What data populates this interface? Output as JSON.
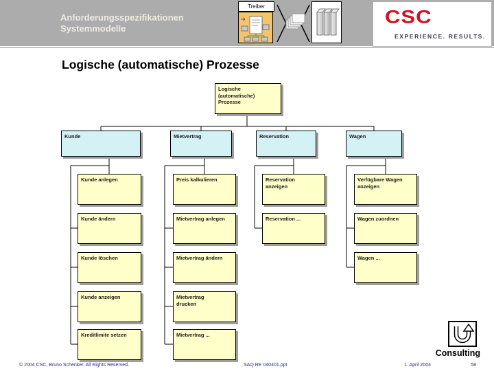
{
  "header": {
    "title_line1": "Anforderungsspezifikationen",
    "title_line2": "Systemmodelle",
    "treiber_label": "Treiber",
    "logo_text": "CSC",
    "logo_tagline": "EXPERIENCE. RESULTS."
  },
  "slide": {
    "title": "Logische (automatische) Prozesse"
  },
  "diagram": {
    "root": {
      "label": "Logische\n(automatische)\nProzesse"
    },
    "columns": [
      {
        "header": "Kunde",
        "children": [
          "Kunde anlegen",
          "Kunde ändern",
          "Kunde löschen",
          "Kunde anzeigen",
          "Kreditlimite setzen"
        ]
      },
      {
        "header": "Mietvertrag",
        "children": [
          "Preis kalkulieren",
          "Mietvertrag anlegen",
          "Mietvertrag ändern",
          "Mietvertrag\ndrucken",
          "Mietvertrag ..."
        ]
      },
      {
        "header": "Reservation",
        "children": [
          "Reservation\nanzeigen",
          "Reservation ..."
        ]
      },
      {
        "header": "Wagen",
        "children": [
          "Verfügbare Wagen\nanzeigen",
          "Wagen zuordnen",
          "Wagen ..."
        ]
      }
    ],
    "colors": {
      "process_fill": "#FFFFC9",
      "entity_fill": "#D4F1F5",
      "connector": "#000000",
      "shadow": "#9e9e9e"
    }
  },
  "icons": {
    "treiber_icon": "process-model-icon",
    "funnel_icon": "documents-funnel-icon",
    "books_icon": "books-icon",
    "consulting_icon": "u-turn-arrow-icon"
  },
  "brand": {
    "csc_red": "#CC1122",
    "band_gray": "#ACACAC",
    "icon_orange": "#F3C469",
    "footer_blue": "#2A2A99"
  },
  "footer": {
    "copyright": "© 2004 CSC, Bruno Schenker. All Rights Reserved.",
    "filename": "SAQ RE 040401.ppt",
    "date": "1. April 2004",
    "page_number": "58",
    "consulting_label": "Consulting"
  }
}
